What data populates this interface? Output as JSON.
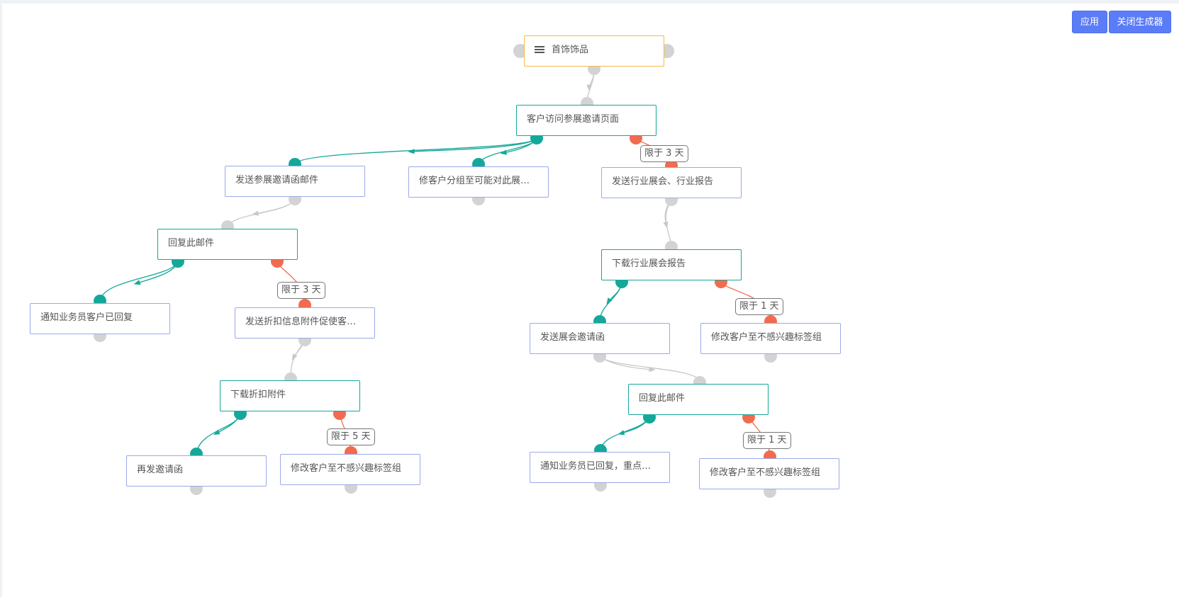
{
  "toolbar": {
    "apply_label": "应用",
    "close_label": "关闭生成器"
  },
  "colors": {
    "event_border": "#14a89a",
    "action_border": "#9aa9e8",
    "root_border": "#f5b942",
    "success_port": "#14a89a",
    "timeout_port": "#f26b4f",
    "idle_port": "#d3d3d3",
    "button": "#5b7cf7"
  },
  "root": {
    "label": "首饰饰品",
    "icon": "list-icon"
  },
  "nodes": {
    "visit_page": "客户访问参展邀请页面",
    "send_invite_mail": "发送参展邀请函邮件",
    "modify_group": "修客户分组至可能对此展会...",
    "send_report": "发送行业展会、行业报告",
    "reply_mail_1": "回复此邮件",
    "download_report": "下载行业展会报告",
    "notify_sales_1": "通知业务员客户已回复",
    "send_discount": "发送折扣信息附件促使客户...",
    "send_expo_invite": "发送展会邀请函",
    "modify_uninterested_1": "修改客户至不感兴趣标签组",
    "download_discount": "下载折扣附件",
    "reply_mail_2": "回复此邮件",
    "resend_invite": "再发邀请函",
    "modify_uninterested_2": "修改客户至不感兴趣标签组",
    "notify_sales_2": "通知业务员已回复，重点跟...",
    "modify_uninterested_3": "修改客户至不感兴趣标签组"
  },
  "limits": {
    "l1": "限于 3 天",
    "l2": "限于 3 天",
    "l3": "限于 1 天",
    "l4": "限于 5 天",
    "l5": "限于 1 天"
  }
}
